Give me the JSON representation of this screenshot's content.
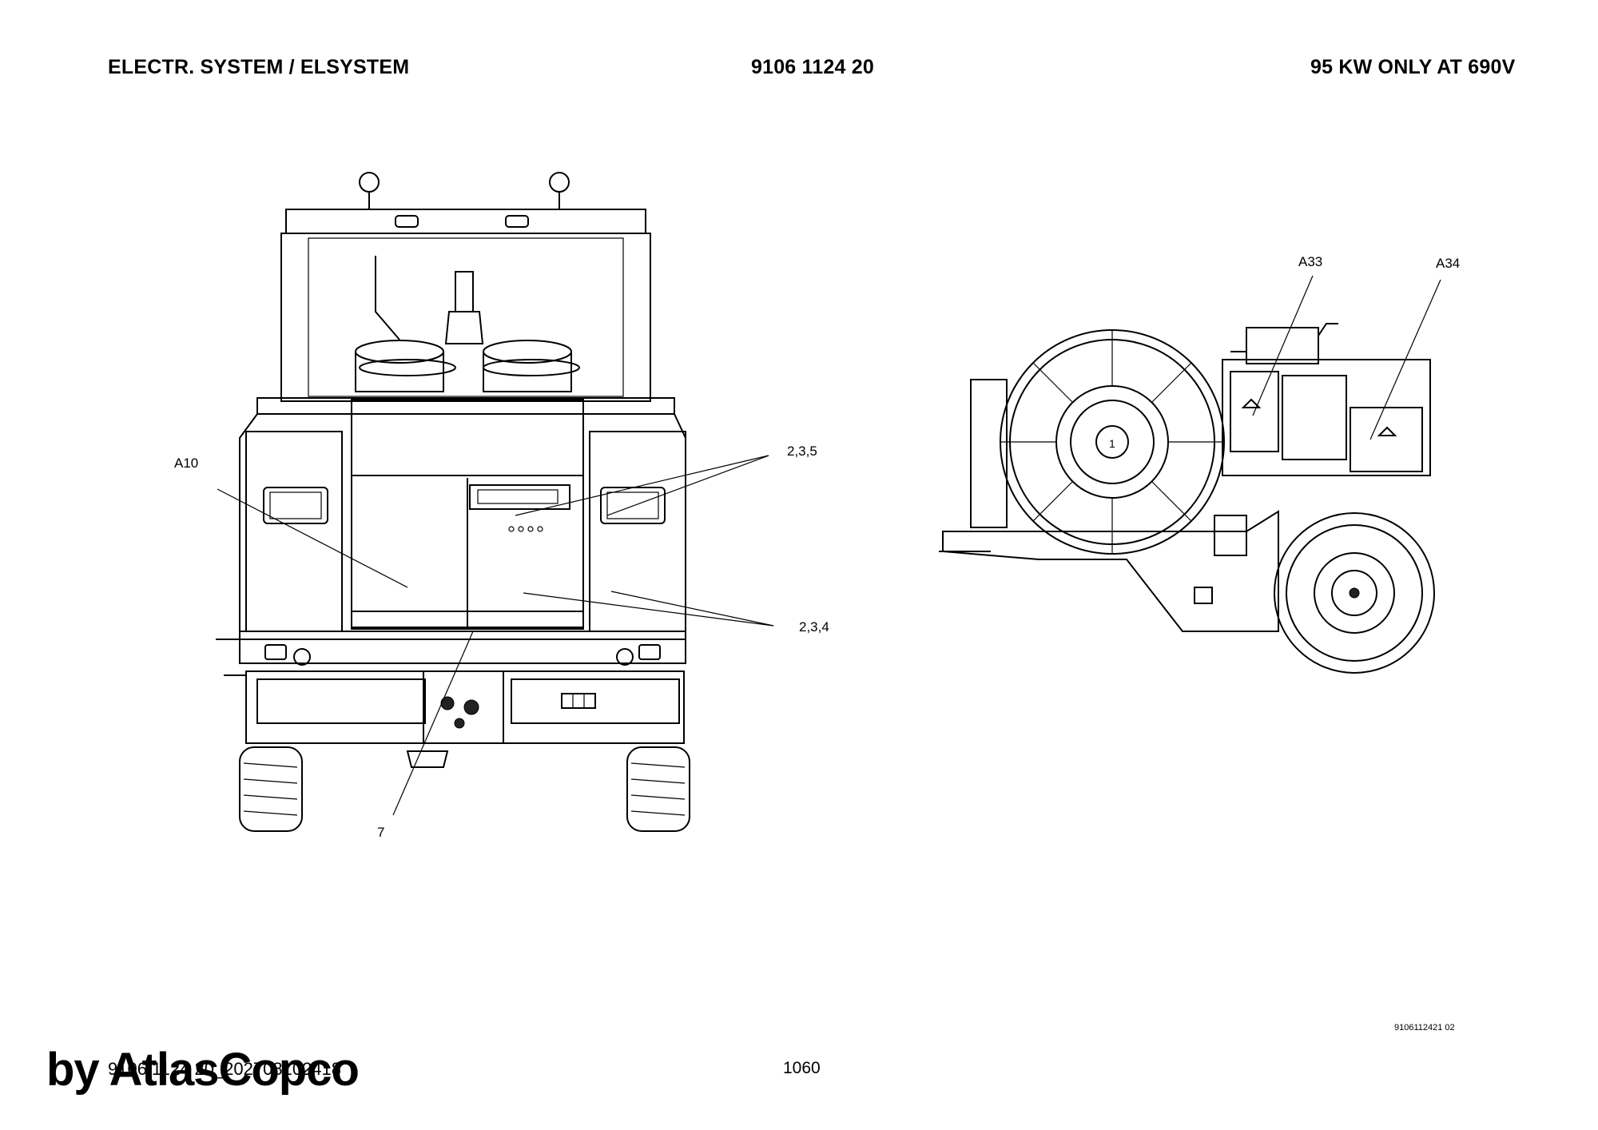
{
  "header": {
    "title": "ELECTR. SYSTEM / ELSYSTEM",
    "part_number": "9106 1124 20",
    "note": "95 KW ONLY AT 690V"
  },
  "front_view": {
    "callouts": {
      "a10": "A10",
      "c235": "2,3,5",
      "c234": "2,3,4",
      "c7": "7"
    }
  },
  "side_view": {
    "callouts": {
      "a33": "A33",
      "a34": "A34"
    },
    "hub_label": "1"
  },
  "footer": {
    "document_code": "9106 1124 20_202708102418",
    "page_number": "1060",
    "drawing_number": "9106112421 02",
    "watermark": "by AtlasCopco"
  }
}
